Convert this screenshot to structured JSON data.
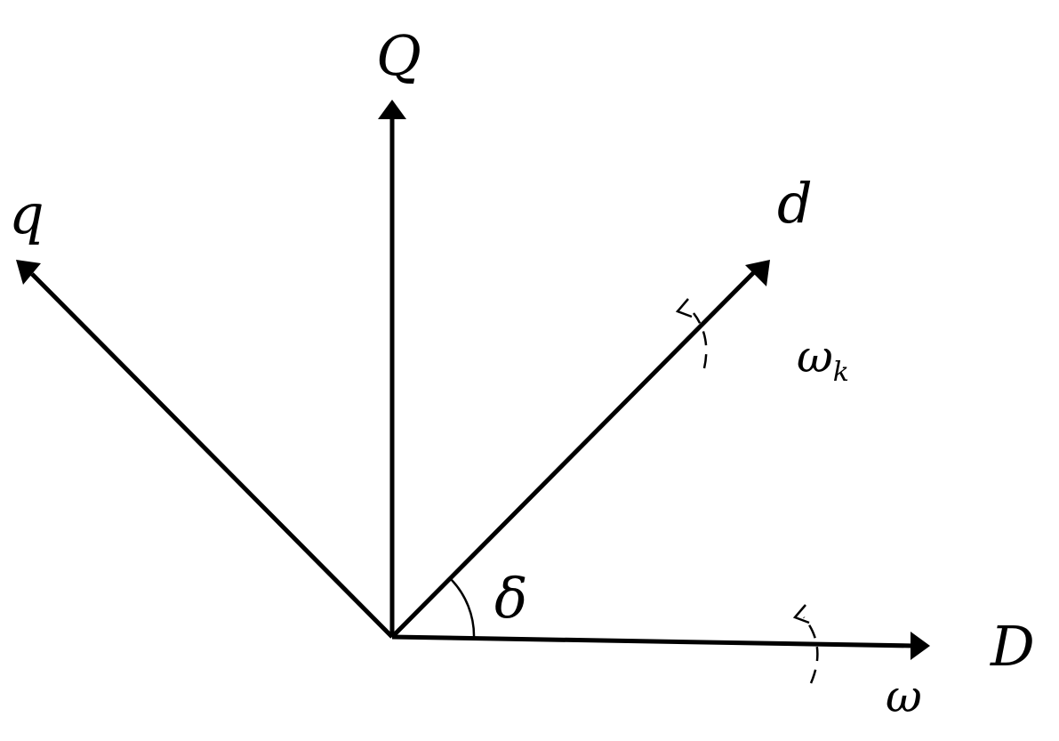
{
  "diagram": {
    "axes": {
      "Q": "Q",
      "q": "q",
      "d": "d",
      "D": "D"
    },
    "angle_label": "δ",
    "rotations": {
      "rotor": {
        "symbol": "ω",
        "subscript": "k"
      },
      "stator": {
        "symbol": "ω"
      }
    }
  }
}
